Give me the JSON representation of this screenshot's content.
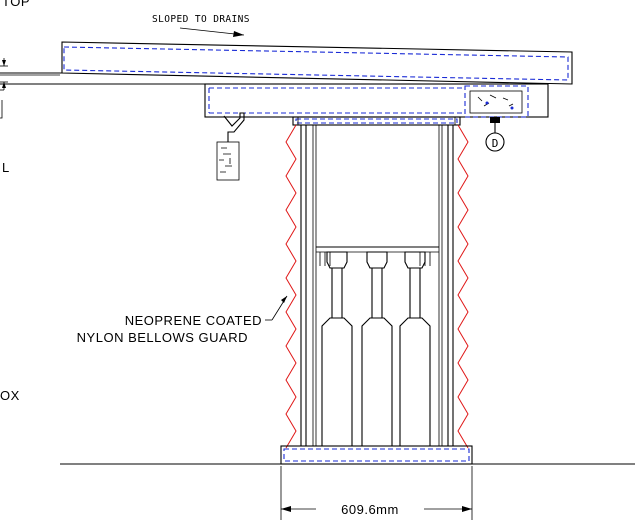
{
  "title_fragment": "TOP",
  "slope_label": "SLOPED TO DRAINS",
  "callout_letter": "D",
  "left_fragment_l": "L",
  "left_fragment_ox": "OX",
  "bellows_label_line1": "NEOPRENE COATED",
  "bellows_label_line2": "NYLON BELLOWS GUARD",
  "dimension_label": "609.6mm",
  "colors": {
    "line": "#000000",
    "hidden_blue": "#1a2bd6",
    "bellows_red": "#e01818",
    "fill_light": "#f2f2f2"
  }
}
